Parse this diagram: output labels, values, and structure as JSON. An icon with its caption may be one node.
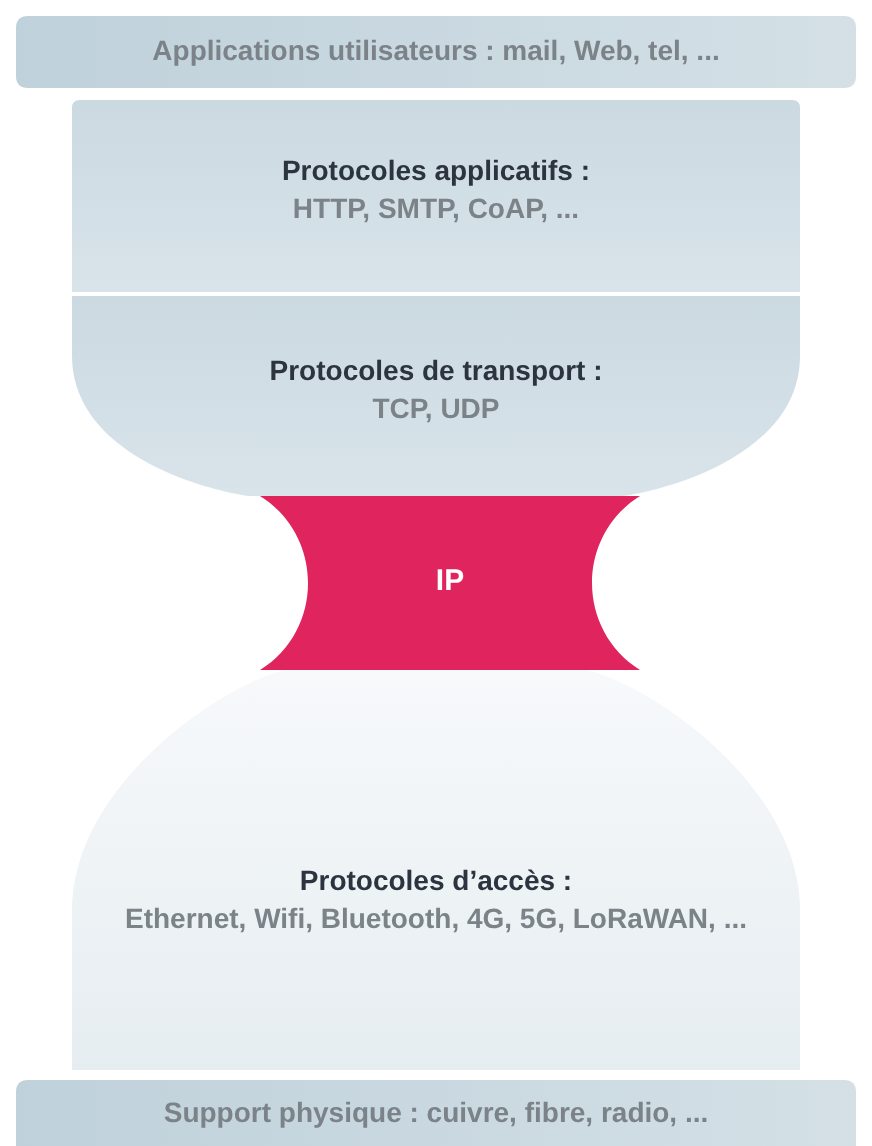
{
  "diagram": {
    "nodes": [
      {
        "text": [
          "**Applications utilisateurs :** mail, Web, tel, ..."
        ]
      },
      {
        "text": [
          "Protocoles applicatifs :",
          "HTTP, SMTP, CoAP, ..."
        ]
      },
      {
        "text": [
          "Protocoles de transport :",
          "TCP, UDP"
        ]
      },
      {
        "text": [
          "IP"
        ]
      },
      {
        "text": [
          "Protocoles d’accès :",
          "Ethernet, Wifi, Bluetooth, 4G, 5G, LoRaWAN, ..."
        ]
      },
      {
        "text": [
          "**Support physique :** cuivre, fibre, radio, ..."
        ]
      }
    ]
  }
}
